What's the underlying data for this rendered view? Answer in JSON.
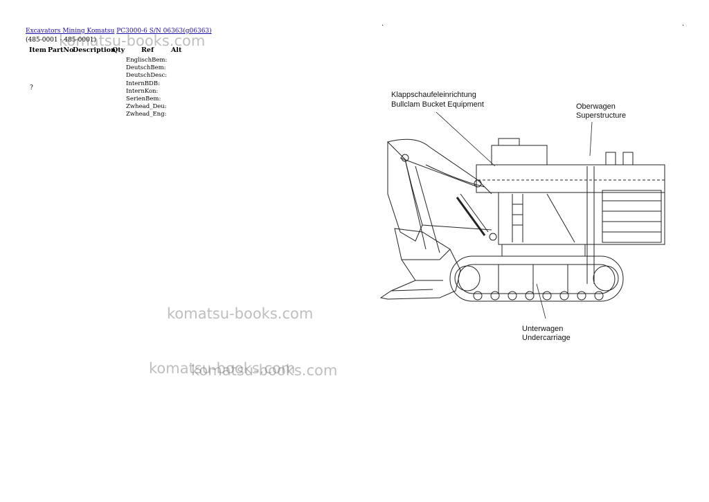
{
  "breadcrumb": {
    "link1": "Excavators Mining Komatsu",
    "link2": "PC3000-6 S/N 06363(g06363)"
  },
  "range": "(485-0001 - 485-0001)",
  "table_header": {
    "item": "Item",
    "partno": "PartNo",
    "description": "Description",
    "qty": "Qty",
    "ref": "Ref",
    "alt": "Alt"
  },
  "fields": [
    "EnglischBem:",
    "DeutschBem:",
    "DeutschDesc:",
    "InternBDB:",
    "InternKon:",
    "SerienBem:",
    "Zwhead_Deu:",
    "Zwhead_Eng:"
  ],
  "item_value": "?",
  "watermark": "komatsu-books.com",
  "diagram": {
    "label_bucket_de": "Klappschaufeleinrichtung",
    "label_bucket_en": "Bullclam Bucket Equipment",
    "label_super_de": "Oberwagen",
    "label_super_en": "Superstructure",
    "label_under_de": "Unterwagen",
    "label_under_en": "Undercarriage"
  }
}
